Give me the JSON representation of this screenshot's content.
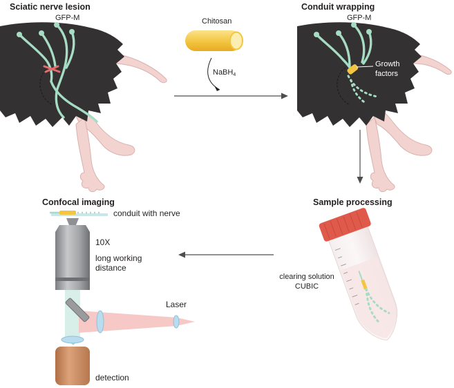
{
  "panels": {
    "lesion": {
      "title": "Sciatic nerve lesion",
      "subtitle": "GFP-M"
    },
    "wrapping": {
      "title": "Conduit wrapping",
      "subtitle": "GFP-M",
      "growth_line1": "Growth",
      "growth_line2": "factors"
    },
    "processing": {
      "title": "Sample processing",
      "clearing_line1": "clearing solution",
      "clearing_line2": "CUBIC"
    },
    "imaging": {
      "title": "Confocal imaging",
      "conduit_label": "conduit with nerve",
      "objective_mag": "10X",
      "objective_line1": "long working",
      "objective_line2": "distance",
      "laser_label": "Laser",
      "detection_label": "detection"
    }
  },
  "chitosan": {
    "label": "Chitosan",
    "reagent": "NaBH",
    "reagent_sub": "4"
  },
  "colors": {
    "skin": "#333132",
    "nerve": "#a6dcc3",
    "conduit": "#f3c541",
    "limb": "#f2d3d0",
    "lesion": "#e36c6c",
    "tube_cap": "#df5a4a",
    "objective": "#9c9d9f",
    "beam": "#d7efe8",
    "laser": "#f6c8c6",
    "detector": "#c98a5e",
    "lens": "#b9dcee"
  }
}
